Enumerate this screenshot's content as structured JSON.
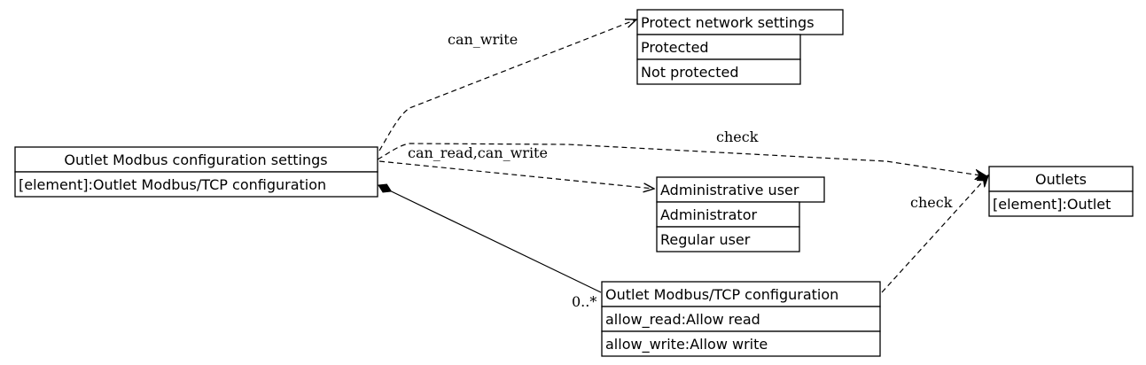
{
  "nodes": {
    "settings": {
      "title": "Outlet Modbus configuration settings",
      "attr1": "[element]:Outlet Modbus/TCP configuration"
    },
    "protect": {
      "title": "Protect network settings",
      "opt1": "Protected",
      "opt2": "Not protected"
    },
    "admin": {
      "title": "Administrative user",
      "opt1": "Administrator",
      "opt2": "Regular user"
    },
    "outlets": {
      "title": "Outlets",
      "attr1": "[element]:Outlet"
    },
    "tcpconfig": {
      "title": "Outlet Modbus/TCP configuration",
      "attr1": "allow_read:Allow read",
      "attr2": "allow_write:Allow write"
    }
  },
  "edges": {
    "settings_to_protect": "can_write",
    "settings_to_admin": "can_read,can_write",
    "settings_to_outlets": "check",
    "tcpconfig_to_outlets": "check",
    "composition_multiplicity": "0..*"
  }
}
